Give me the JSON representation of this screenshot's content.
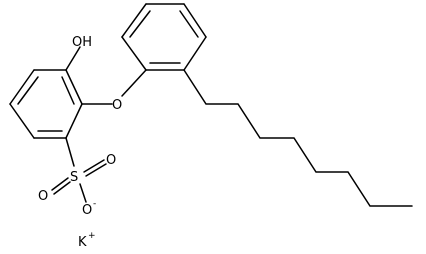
{
  "molecule": {
    "hydroxyl_label": "OH",
    "ether_oxygen_label": "O",
    "sulfur_label": "S",
    "sulfonyl_o1_label": "O",
    "sulfonyl_o2_label": "O",
    "sulfonate_o_label": "O",
    "sulfonate_charge": "-",
    "counterion_label": "K",
    "counterion_charge": "+"
  },
  "colors": {
    "bond": "#000000",
    "background": "#ffffff"
  }
}
